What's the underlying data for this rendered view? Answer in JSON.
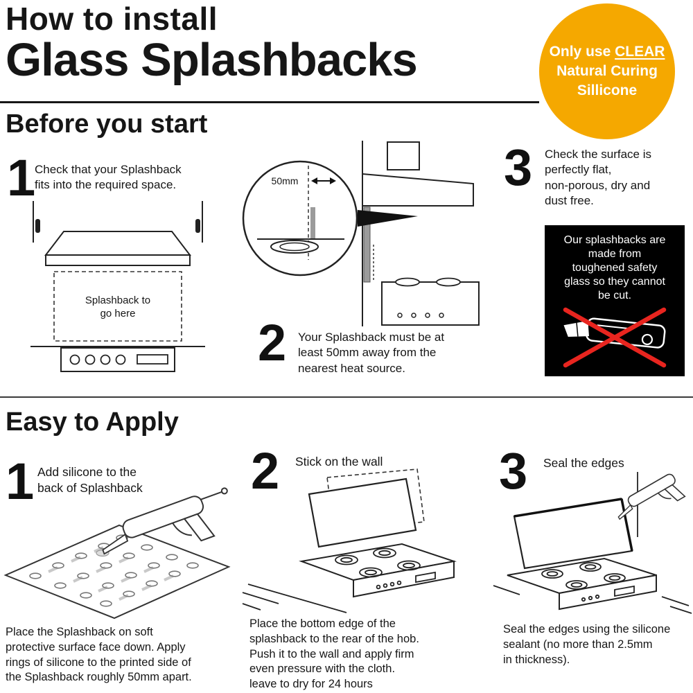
{
  "header": {
    "title_line1": "How to install",
    "title_line2": "Glass Splashbacks",
    "badge": {
      "prefix": "Only use ",
      "underlined": "CLEAR",
      "line2": "Natural Curing",
      "line3": "Sillicone",
      "bg_color": "#F5A800",
      "text_color": "#FFFFFF"
    }
  },
  "before_section": {
    "heading": "Before you start",
    "steps": [
      {
        "number": "1",
        "text": "Check that your Splashback\nfits into the required space."
      },
      {
        "number": "2",
        "text": "Your Splashback must be at\nleast 50mm away from the\nnearest heat source."
      },
      {
        "number": "3",
        "text": "Check the surface is\nperfectly flat,\nnon-porous, dry and\ndust free."
      }
    ],
    "diagram1_label_line1": "Splashback to",
    "diagram1_label_line2": "go here",
    "diagram2_measure_label": "50mm",
    "warning_box": {
      "text": "Our splashbacks are\nmade from\ntoughened safety\nglass so they cannot\nbe cut.",
      "bg_color": "#000000",
      "cross_color": "#E8251F",
      "icon": "utility-knife-icon"
    }
  },
  "apply_section": {
    "heading": "Easy to Apply",
    "steps": [
      {
        "number": "1",
        "title": "Add silicone to the\nback of Splashback",
        "caption": "Place the Splashback on soft\nprotective surface face down. Apply\nrings of silicone to the printed side of\nthe Splashback roughly 50mm apart."
      },
      {
        "number": "2",
        "title": "Stick on the wall",
        "caption": "Place the bottom edge of the\nsplashback to the rear of the hob.\nPush it to the wall and apply firm\neven pressure with the cloth.\nleave to dry for 24 hours"
      },
      {
        "number": "3",
        "title": "Seal the edges",
        "caption": "Seal the edges using the silicone\nsealant (no more than 2.5mm\nin thickness)."
      }
    ]
  }
}
